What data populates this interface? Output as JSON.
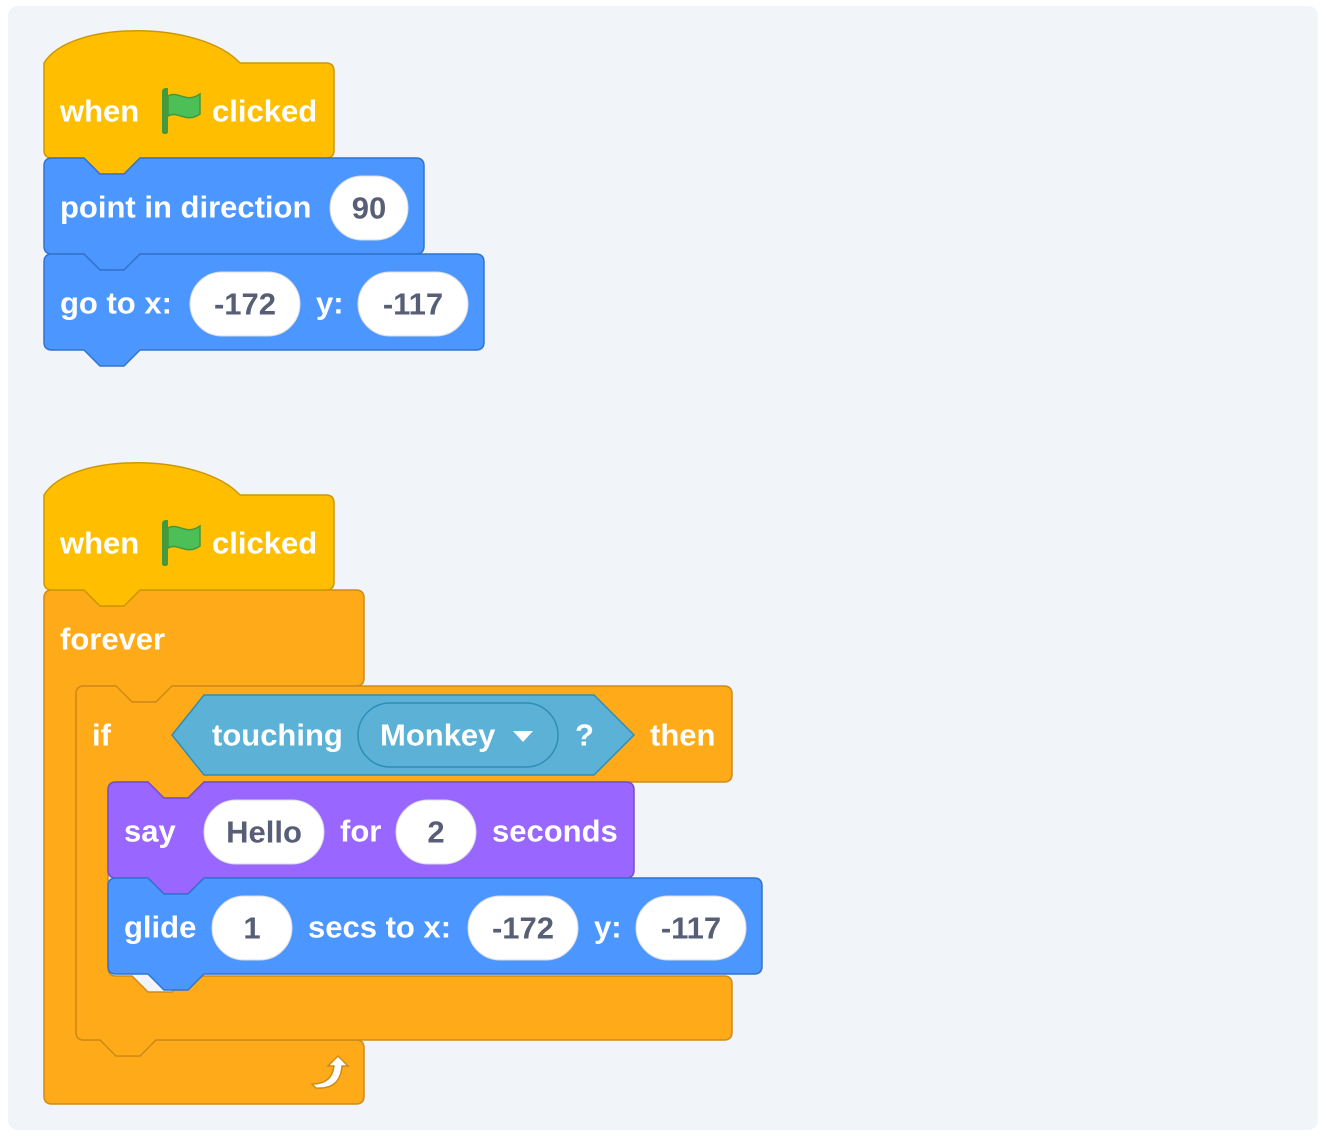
{
  "script1": {
    "hat": {
      "when": "when",
      "flag_icon": "green-flag-icon",
      "clicked": "clicked"
    },
    "point_direction": {
      "label": "point in direction",
      "value": "90"
    },
    "goto": {
      "label_x": "go to x:",
      "x": "-172",
      "label_y": "y:",
      "y": "-117"
    }
  },
  "script2": {
    "hat": {
      "when": "when",
      "flag_icon": "green-flag-icon",
      "clicked": "clicked"
    },
    "forever": {
      "label": "forever",
      "loop_icon": "loop-arrow-icon"
    },
    "if_block": {
      "if": "if",
      "condition": {
        "label": "touching",
        "menu_value": "Monkey",
        "question": "?"
      },
      "then": "then"
    },
    "say": {
      "label": "say",
      "message": "Hello",
      "for": "for",
      "secs": "2",
      "seconds": "seconds"
    },
    "glide": {
      "label": "glide",
      "secs": "1",
      "secs_to_x": "secs to x:",
      "x": "-172",
      "label_y": "y:",
      "y": "-117"
    }
  },
  "colors": {
    "motion": "#4c97ff",
    "events": "#ffbf00",
    "control": "#ffab19",
    "looks": "#9966ff",
    "sensing": "#5cb1d6",
    "flag": "#4cbf56",
    "canvas": "#f1f4f9"
  }
}
